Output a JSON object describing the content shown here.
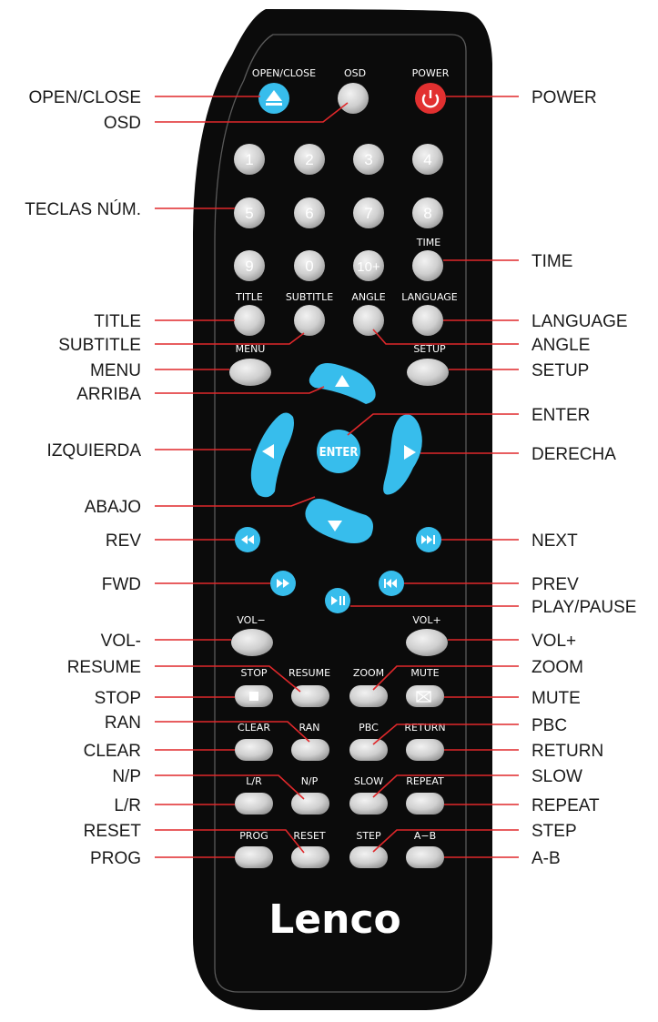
{
  "remote": {
    "brand": "Lenco",
    "body_color": "#0b0b0b",
    "accent_blue": "#37bdec",
    "power_red": "#e23030",
    "leader_color": "#e0282b"
  },
  "button_labels": {
    "open_close": "OPEN/CLOSE",
    "osd": "OSD",
    "power": "POWER",
    "time": "TIME",
    "title": "TITLE",
    "subtitle": "SUBTITLE",
    "angle": "ANGLE",
    "language": "LANGUAGE",
    "menu": "MENU",
    "setup": "SETUP",
    "enter": "ENTER",
    "vol_minus": "VOL−",
    "vol_plus": "VOL+",
    "stop": "STOP",
    "resume": "RESUME",
    "zoom": "ZOOM",
    "mute": "MUTE",
    "clear": "CLEAR",
    "ran": "RAN",
    "pbc": "PBC",
    "return": "RETURN",
    "lr": "L/R",
    "np": "N/P",
    "slow": "SLOW",
    "repeat": "REPEAT",
    "prog": "PROG",
    "reset": "RESET",
    "step": "STEP",
    "ab": "A−B"
  },
  "digits": [
    "1",
    "2",
    "3",
    "4",
    "5",
    "6",
    "7",
    "8",
    "9",
    "0",
    "10+"
  ],
  "callouts_left": {
    "open_close": "OPEN/CLOSE",
    "osd": "OSD",
    "teclas": "TECLAS NÚM.",
    "title": "TITLE",
    "subtitle": "SUBTITLE",
    "menu": "MENU",
    "arriba": "ARRIBA",
    "izquierda": "IZQUIERDA",
    "abajo": "ABAJO",
    "rev": "REV",
    "fwd": "FWD",
    "vol_minus": "VOL-",
    "resume": "RESUME",
    "stop": "STOP",
    "ran": "RAN",
    "clear": "CLEAR",
    "np": "N/P",
    "lr": "L/R",
    "reset": "RESET",
    "prog": "PROG"
  },
  "callouts_right": {
    "power": "POWER",
    "time": "TIME",
    "language": "LANGUAGE",
    "angle": "ANGLE",
    "setup": "SETUP",
    "enter": "ENTER",
    "derecha": "DERECHA",
    "next": "NEXT",
    "prev": "PREV",
    "play_pause": "PLAY/PAUSE",
    "vol_plus": "VOL+",
    "zoom": "ZOOM",
    "mute": "MUTE",
    "pbc": "PBC",
    "return": "RETURN",
    "slow": "SLOW",
    "repeat": "REPEAT",
    "step": "STEP",
    "ab": "A-B"
  }
}
